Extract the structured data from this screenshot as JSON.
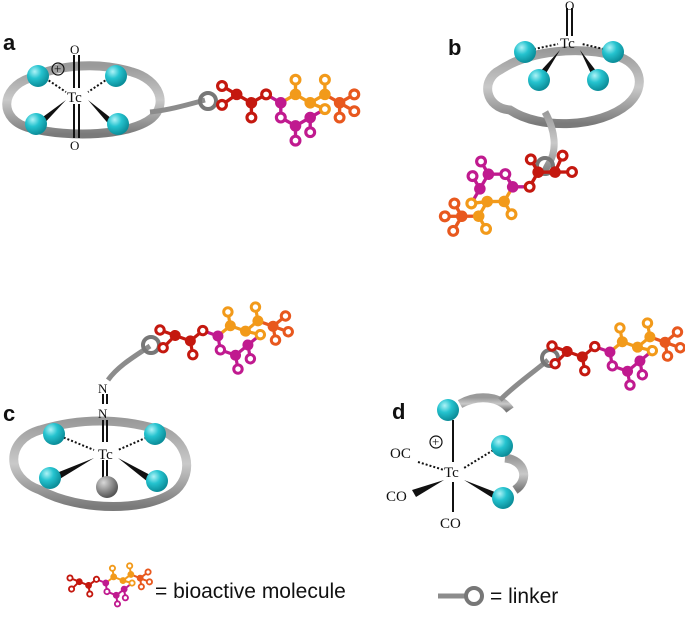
{
  "panels": {
    "a": {
      "label": "a",
      "metal": "Tc",
      "oxo_top": "O",
      "oxo_bottom": "O",
      "charge": "+"
    },
    "b": {
      "label": "b",
      "metal": "Tc",
      "oxo_top": "O"
    },
    "c": {
      "label": "c",
      "metal": "Tc",
      "n1": "N",
      "n2": "N"
    },
    "d": {
      "label": "d",
      "metal": "Tc",
      "co_left": "OC",
      "co_lower_left": "CO",
      "co_bottom": "CO",
      "charge": "+"
    }
  },
  "legend": {
    "bioactive_label": "= bioactive molecule",
    "linker_label": "= linker"
  },
  "colors": {
    "donor_atom": "#19b6c4",
    "ring": "#8a8a8a",
    "linker": "#8c8c8c",
    "red": "#c4180f",
    "orange": "#f29a1a",
    "magenta": "#c01a8f",
    "deep_orange": "#e8581e",
    "metal_sphere": "#7d7d7d"
  }
}
